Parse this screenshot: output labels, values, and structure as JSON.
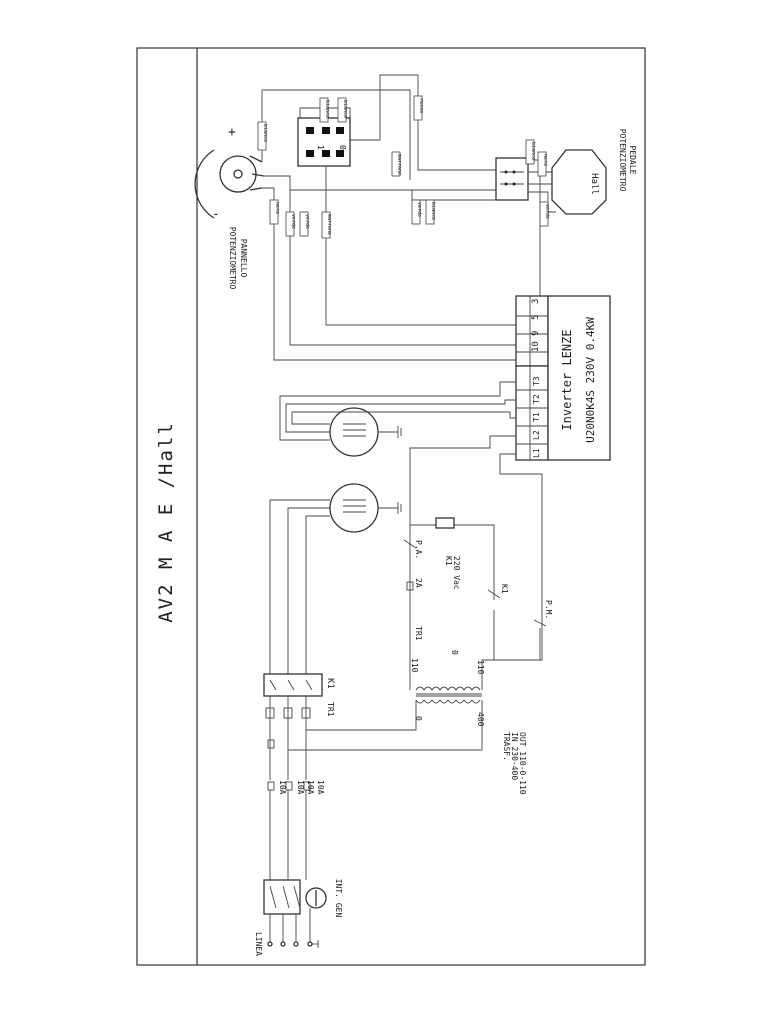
{
  "title": "AV2 M A E /Hall",
  "inverter": {
    "name": "Inverter LENZE",
    "model": "U20N0K4S 230V 0.4KW",
    "terminals_power": [
      "L1",
      "L2",
      "T1",
      "T2",
      "T3"
    ],
    "terminals_control": [
      "10",
      "9",
      "5",
      "3"
    ]
  },
  "potentiometer_panel": {
    "label1": "POTENZIOMETRO",
    "label2": "PANNELLO",
    "plus": "+",
    "minus": "-"
  },
  "potentiometer_pedal": {
    "label1": "POTENZIOMETRO",
    "label2": "PEDALE",
    "hall": "Hall"
  },
  "switch": {
    "pos1": "1",
    "pos0": "0"
  },
  "supply": {
    "line": "LINEA",
    "main_switch": "INT. GEN"
  },
  "fuses": [
    "10A",
    "10A",
    "10A",
    "10A"
  ],
  "transformer": {
    "name": "TR1",
    "line1": "TRASF.",
    "line2": "IN 230-400",
    "line3": "OUT 110-0-110",
    "tap_0": "0",
    "tap_400": "400",
    "sec_110a": "110",
    "sec_0": "0",
    "sec_110b": "110"
  },
  "relay": {
    "k1": "K1",
    "coil": "K1",
    "coil_v": "220 Vac",
    "pa": "P.A.",
    "pm": "P.M.",
    "fuse": "2A"
  },
  "contactor": {
    "k1": "K1",
    "tr1": "TR1"
  },
  "wire_tags": [
    "bianco",
    "bianco",
    "bianco",
    "marrone",
    "rosso",
    "nero",
    "verde",
    "marrone",
    "bianco",
    "verde",
    "nero",
    "verde",
    "bianco",
    "verde"
  ]
}
